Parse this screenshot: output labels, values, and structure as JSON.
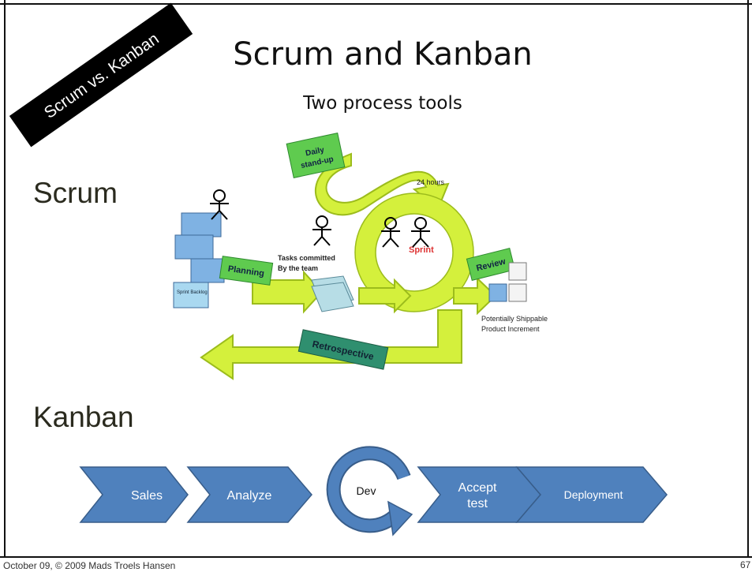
{
  "slide": {
    "banner": "Scrum vs. Kanban",
    "title": "Scrum and Kanban",
    "subtitle": "Two process tools",
    "footer": "October 09, © 2009 Mads Troels Hansen",
    "page_number": "67"
  },
  "scrum": {
    "heading": "Scrum",
    "daily_standup": "Daily stand-up",
    "hours": "24 hours",
    "planning": "Planning",
    "tasks_committed": "Tasks committed",
    "by_team": "By the team",
    "sprint": "Sprint",
    "review": "Review",
    "retrospective": "Retrospective",
    "backlog": "Sprint Backlog",
    "shippable_line1": "Potentially Shippable",
    "shippable_line2": "Product Increment"
  },
  "kanban": {
    "heading": "Kanban",
    "steps": [
      "Sales",
      "Analyze",
      "Dev",
      "Accept test",
      "Deployment"
    ],
    "accept_line1": "Accept",
    "accept_line2": "test"
  },
  "colors": {
    "lime": "#d4f03c",
    "lime_dark": "#9cbc1c",
    "green_box": "#5fcb4f",
    "teal_box": "#2f8f6f",
    "chevron_blue": "#4f81bd",
    "chevron_border": "#385d8a",
    "stack_blue": "#7fb2e3"
  }
}
